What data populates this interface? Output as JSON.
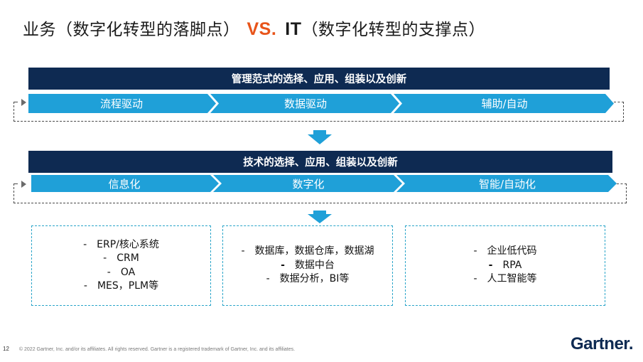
{
  "title": {
    "left": "业务（数字化转型的落脚点）",
    "vs": "VS.",
    "it": "IT",
    "right": "（数字化转型的支撑点）"
  },
  "top_section": {
    "band": "管理范式的选择、应用、组装以及创新",
    "stages": [
      "流程驱动",
      "数据驱动",
      "辅助/自动"
    ]
  },
  "bottom_section": {
    "band": "技术的选择、应用、组装以及创新",
    "stages": [
      "信息化",
      "数字化",
      "智能/自动化"
    ]
  },
  "boxes": [
    {
      "rows": [
        {
          "dash": "-",
          "text": "ERP/核心系统",
          "bold": false
        },
        {
          "dash": "-",
          "text": "CRM",
          "bold": false
        },
        {
          "dash": "-",
          "text": "OA",
          "bold": false
        },
        {
          "dash": "-",
          "text": "MES，PLM等",
          "bold": false
        }
      ]
    },
    {
      "rows": [
        {
          "dash": "-",
          "text": "数据库，数据仓库，数据湖",
          "bold": false
        },
        {
          "dash": "-",
          "text": "数据中台",
          "bold": true
        },
        {
          "dash": "-",
          "text": "数据分析，BI等",
          "bold": false
        }
      ]
    },
    {
      "rows": [
        {
          "dash": "-",
          "text": "企业低代码",
          "bold": false
        },
        {
          "dash": "-",
          "text": "RPA",
          "bold": true
        },
        {
          "dash": "-",
          "text": "人工智能等",
          "bold": false
        }
      ]
    }
  ],
  "footer": {
    "page": "12",
    "copyright": "© 2022 Gartner, Inc. and/or its affiliates. All rights reserved. Gartner is a registered trademark of Gartner, Inc. and its affiliates."
  },
  "logo": {
    "text": "Gartner",
    "dot": "."
  },
  "colors": {
    "navy": "#0e2a52",
    "chevron": "#1fa0d8",
    "accent": "#e8541a",
    "box_border": "#2aa5c9"
  }
}
